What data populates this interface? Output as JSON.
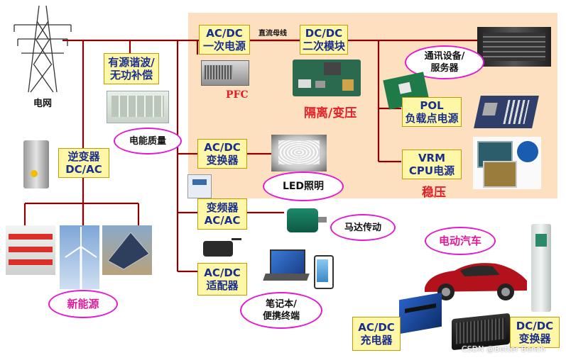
{
  "colors": {
    "line": "#8b0000",
    "box_fill": "#fff7a8",
    "box_border": "#c59a00",
    "box_text": "#1a2f8a",
    "panel": "#fde0bf",
    "ellipse_border": "#e21bd1",
    "red_text": "#e3202a"
  },
  "grid": {
    "tower_label": "电网"
  },
  "power_quality": {
    "box": [
      "有源谐波/",
      "无功补偿"
    ],
    "ellipse": "电能质量"
  },
  "renewable": {
    "inverter": [
      "逆变器",
      "DC/AC"
    ],
    "ellipse": "新能源"
  },
  "dc_system": {
    "acdc_primary": [
      "AC/DC",
      "一次电源"
    ],
    "bus_label": "直流母线",
    "dcdc_secondary": [
      "DC/DC",
      "二次模块"
    ],
    "pfc_label": "PFC",
    "isolation_label": "隔离/变压",
    "telecom_ellipse": [
      "通讯设备/",
      "服务器"
    ],
    "pol_box": [
      "POL",
      "负载点电源"
    ],
    "vrm_box": [
      "VRM",
      "CPU电源"
    ],
    "regulation_label": "稳压"
  },
  "branches": {
    "led_converter": [
      "AC/DC",
      "变换器"
    ],
    "led_ellipse": "LED照明",
    "vfd": [
      "变频器",
      "AC/AC"
    ],
    "motor_ellipse": "马达传动",
    "adapter": [
      "AC/DC",
      "适配器"
    ],
    "laptop_ellipse": [
      "笔记本/",
      "便携终端"
    ]
  },
  "ev": {
    "ellipse": "电动汽车",
    "charger": [
      "AC/DC",
      "充电器"
    ],
    "dcdc": [
      "DC/DC",
      "变换器"
    ]
  },
  "watermark": "CSDN @Better Bench",
  "icons": [
    "power-tower-icon",
    "server-rack-icon",
    "pfc-module-icon",
    "dcdc-module-icon",
    "pol-board-icon",
    "motherboard-icon",
    "cpu-chip-icon",
    "intel-logo-icon",
    "inverter-icon",
    "battery-container-icon",
    "wind-turbine-icon",
    "solar-panel-icon",
    "cabinet-icon",
    "led-lamp-icon",
    "vfd-drive-icon",
    "motor-icon",
    "power-adapter-icon",
    "laptop-icon",
    "phone-icon",
    "electric-car-icon",
    "charging-station-icon",
    "charger-box-icon",
    "car-inverter-icon"
  ]
}
